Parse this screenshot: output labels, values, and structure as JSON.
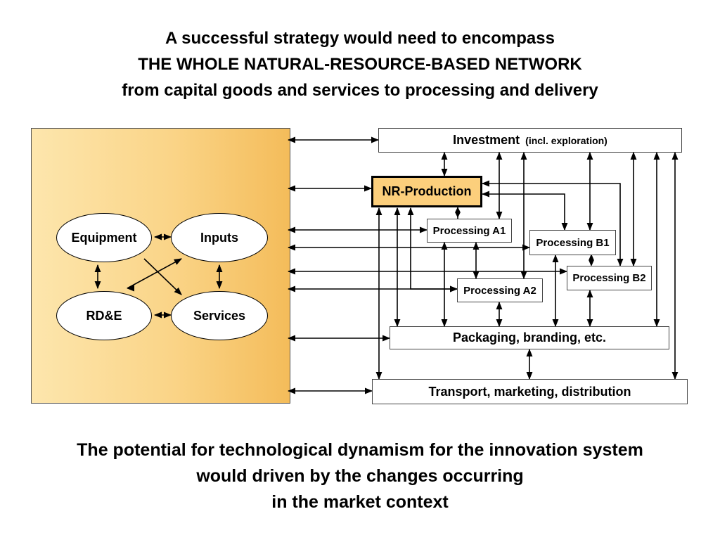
{
  "title": {
    "line1": "A successful strategy would need to encompass",
    "line2": "THE WHOLE NATURAL-RESOURCE-BASED NETWORK",
    "line3": "from capital goods and services to processing and delivery"
  },
  "cluster": {
    "equipment": "Equipment",
    "inputs": "Inputs",
    "rde": "RD&E",
    "services": "Services"
  },
  "network": {
    "investment": "Investment",
    "investment_note": "(incl. exploration)",
    "nr_production": "NR-Production",
    "processing_a1": "Processing A1",
    "processing_a2": "Processing A2",
    "processing_b1": "Processing B1",
    "processing_b2": "Processing B2",
    "packaging": "Packaging, branding, etc.",
    "transport": "Transport, marketing, distribution"
  },
  "footer": {
    "line1": "The potential for technological dynamism for the innovation system",
    "line2": "would driven by the changes occurring",
    "line3": "in the market context"
  },
  "colors": {
    "panel_light": "#fde6ad",
    "panel_dark": "#f4bc5a",
    "nr_fill": "#fccf7c"
  }
}
